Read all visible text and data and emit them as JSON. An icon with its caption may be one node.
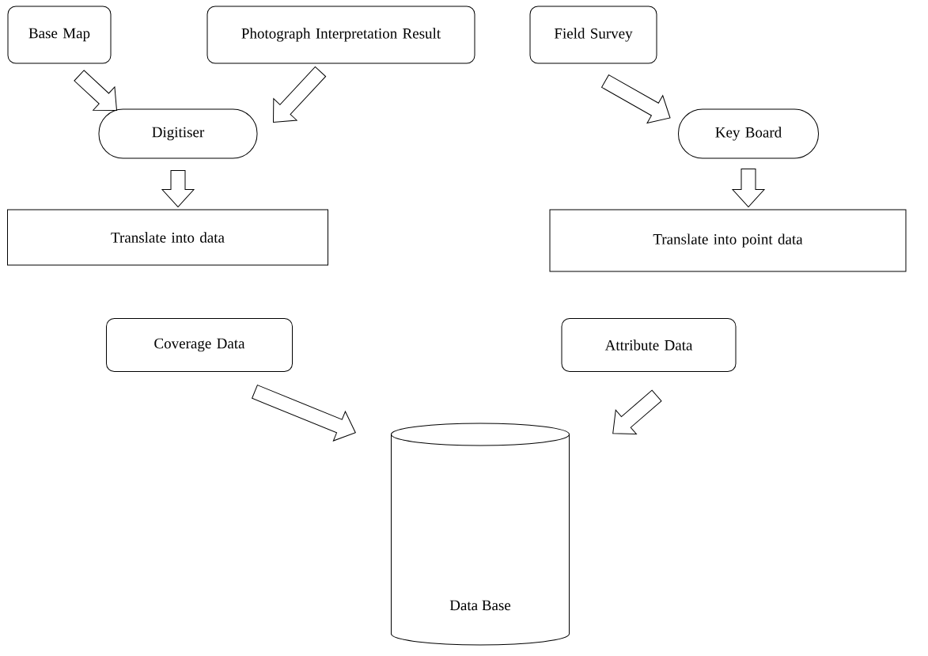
{
  "diagram": {
    "nodes": [
      {
        "text": [
          "Base Map"
        ]
      },
      {
        "text": [
          "Photograph Interpretation Result"
        ]
      },
      {
        "text": [
          "Field Survey"
        ]
      },
      {
        "text": [
          "Digitiser"
        ]
      },
      {
        "text": [
          "Key Board"
        ]
      },
      {
        "text": [
          "Translate into data"
        ]
      },
      {
        "text": [
          "Translate into point data"
        ]
      },
      {
        "text": [
          "Coverage Data"
        ]
      },
      {
        "text": [
          "Attribute Data"
        ]
      },
      {
        "text": [
          "Data Base"
        ]
      }
    ],
    "edges": [
      {
        "from": 0,
        "to": 3,
        "arrow": "to"
      },
      {
        "from": 1,
        "to": 3,
        "arrow": "to"
      },
      {
        "from": 2,
        "to": 4,
        "arrow": "to"
      },
      {
        "from": 3,
        "to": 5,
        "arrow": "to"
      },
      {
        "from": 4,
        "to": 6,
        "arrow": "to"
      },
      {
        "from": 7,
        "to": 9,
        "arrow": "to"
      },
      {
        "from": 8,
        "to": 9,
        "arrow": "to"
      }
    ]
  }
}
